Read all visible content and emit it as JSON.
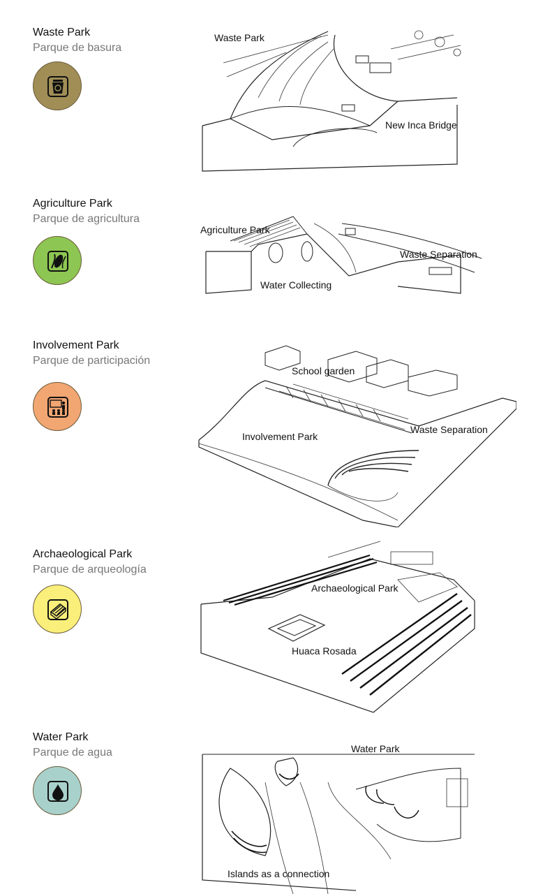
{
  "colors": {
    "waste": "#a08e56",
    "agriculture": "#8dc652",
    "involvement": "#f2a672",
    "archaeological": "#f9ef7a",
    "water": "#a9d1cb"
  },
  "parks": [
    {
      "title": "Waste Park",
      "subtitle": "Parque de basura",
      "icon": "trash-recycle-icon",
      "labels": [
        "Waste Park",
        "New Inca Bridge"
      ]
    },
    {
      "title": "Agriculture Park",
      "subtitle": "Parque de agricultura",
      "icon": "corn-icon",
      "labels": [
        "Agriculture Park",
        "Waste Separation",
        "Water Collecting"
      ]
    },
    {
      "title": "Involvement Park",
      "subtitle": "Parque de participación",
      "icon": "classroom-presentation-icon",
      "labels": [
        "School garden",
        "Involvement Park",
        "Waste Separation"
      ]
    },
    {
      "title": "Archaeological Park",
      "subtitle": "Parque de arqueología",
      "icon": "ruins-icon",
      "labels": [
        "Archaeological Park",
        "Huaca Rosada"
      ]
    },
    {
      "title": "Water Park",
      "subtitle": "Parque de agua",
      "icon": "water-drop-icon",
      "labels": [
        "Water Park",
        "Islands as a connection"
      ]
    }
  ]
}
